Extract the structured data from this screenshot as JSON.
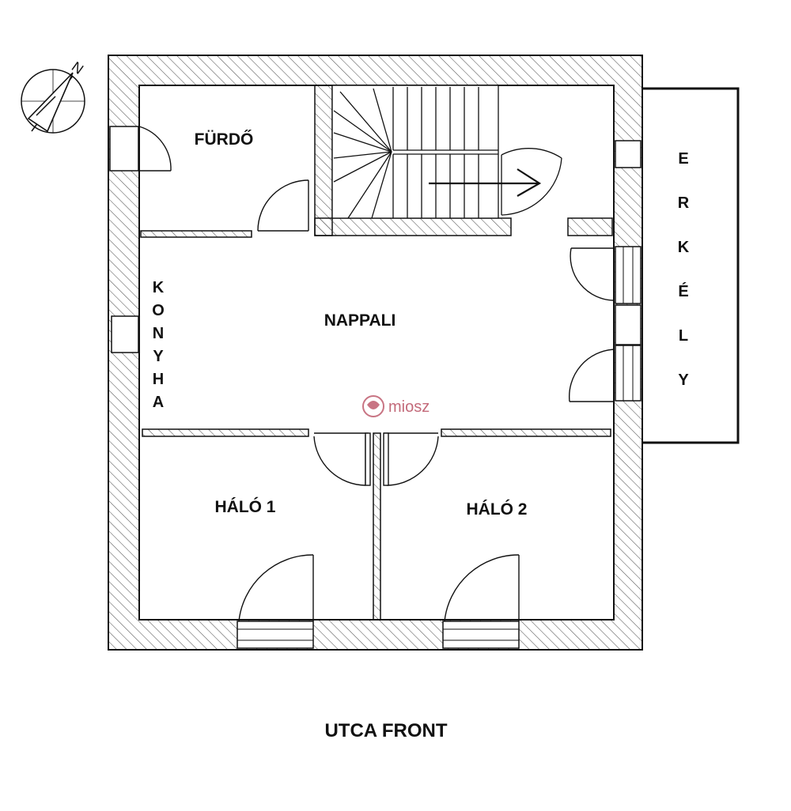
{
  "rooms": {
    "bathroom": "FÜRDŐ",
    "living_room": "NAPPALI",
    "bedroom_1": "HÁLÓ 1",
    "bedroom_2": "HÁLÓ 2"
  },
  "kitchen_letters": [
    "K",
    "O",
    "N",
    "Y",
    "H",
    "A"
  ],
  "balcony_letters": [
    "E",
    "R",
    "K",
    "É",
    "L",
    "Y"
  ],
  "street_front": "UTCA FRONT",
  "compass_letter": "N",
  "watermark": {
    "text": "miosz",
    "color": "#b0394e"
  },
  "colors": {
    "wall_line": "#111111",
    "hatch": "#555555",
    "background": "#ffffff"
  }
}
